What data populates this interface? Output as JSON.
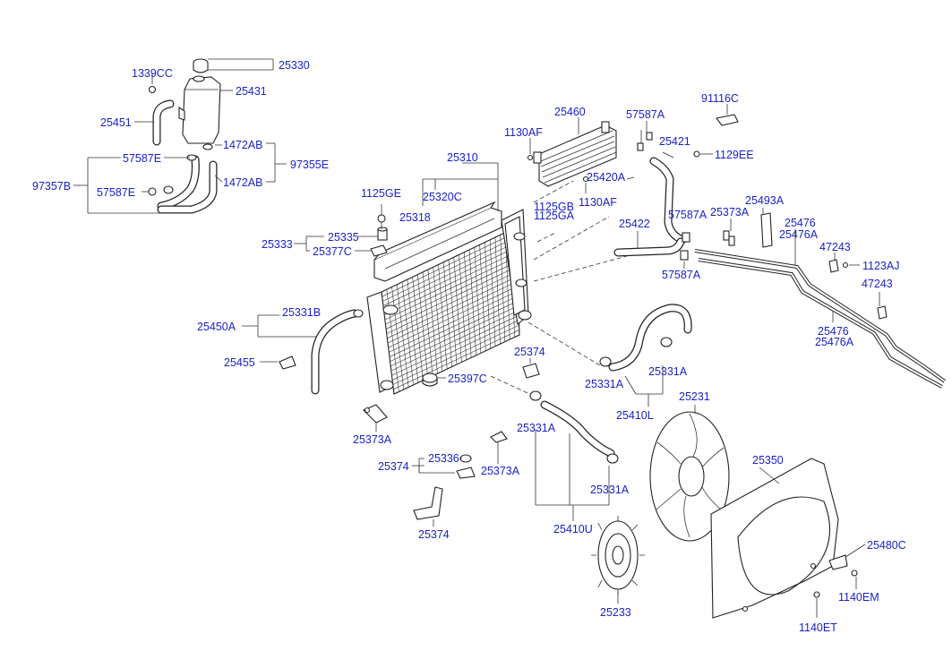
{
  "labels": {
    "l_25330": "25330",
    "l_1339CC": "1339CC",
    "l_25431": "25431",
    "l_25451": "25451",
    "l_1472AB_a": "1472AB",
    "l_57587E_a": "57587E",
    "l_97355E": "97355E",
    "l_97357B": "97357B",
    "l_57587E_b": "57587E",
    "l_1472AB_b": "1472AB",
    "l_25460": "25460",
    "l_57587A_a": "57587A",
    "l_91116C": "91116C",
    "l_1130AF_a": "1130AF",
    "l_25421": "25421",
    "l_1129EE": "1129EE",
    "l_25420A": "25420A",
    "l_25310": "25310",
    "l_1125GE": "1125GE",
    "l_25320C": "25320C",
    "l_1125GB": "1125GB",
    "l_1130AF_b": "1130AF",
    "l_1125GA": "1125GA",
    "l_25318": "25318",
    "l_25493A": "25493A",
    "l_25373A_a": "25373A",
    "l_57587A_b": "57587A",
    "l_25476_a": "25476",
    "l_25476A_a": "25476A",
    "l_25422": "25422",
    "l_25335": "25335",
    "l_25333": "25333",
    "l_25377C": "25377C",
    "l_47243_a": "47243",
    "l_57587A_c": "57587A",
    "l_1123AJ": "1123AJ",
    "l_47243_b": "47243",
    "l_25331B": "25331B",
    "l_25450A": "25450A",
    "l_25476_b": "25476",
    "l_25476A_b": "25476A",
    "l_25374_a": "25374",
    "l_25455": "25455",
    "l_25331A_a": "25331A",
    "l_25397C": "25397C",
    "l_25331A_b": "25331A",
    "l_25231": "25231",
    "l_25410L": "25410L",
    "l_25331A_c": "25331A",
    "l_25373A_b": "25373A",
    "l_25336": "25336",
    "l_25350": "25350",
    "l_25374_b": "25374",
    "l_25373A_c": "25373A",
    "l_25331A_d": "25331A",
    "l_25374_c": "25374",
    "l_25410U": "25410U",
    "l_25480C": "25480C",
    "l_1140EM": "1140EM",
    "l_25233": "25233",
    "l_1140ET": "1140ET"
  },
  "colors": {
    "label": "#1a22c8",
    "line": "#222222",
    "background": "#ffffff"
  }
}
